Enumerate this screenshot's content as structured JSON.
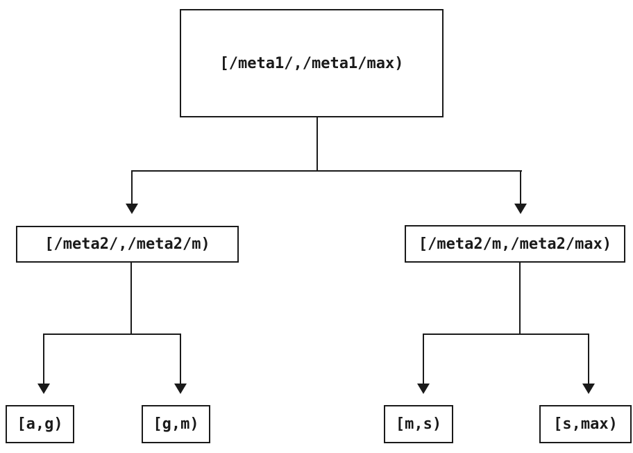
{
  "diagram": {
    "type": "tree",
    "colors": {
      "ink": "#1a1a1a",
      "background": "#ffffff"
    },
    "nodes": [
      {
        "id": "root",
        "label": "[/meta1/,/meta1/max)"
      },
      {
        "id": "left-interval",
        "label": "[/meta2/,/meta2/m)"
      },
      {
        "id": "right-interval",
        "label": "[/meta2/m,/meta2/max)"
      },
      {
        "id": "leaf-ag",
        "label": "[a,g)"
      },
      {
        "id": "leaf-gm",
        "label": "[g,m)"
      },
      {
        "id": "leaf-ms",
        "label": "[m,s)"
      },
      {
        "id": "leaf-smax",
        "label": "[s,max)"
      }
    ],
    "edges": [
      {
        "from": "root",
        "to": "left-interval"
      },
      {
        "from": "root",
        "to": "right-interval"
      },
      {
        "from": "left-interval",
        "to": "leaf-ag"
      },
      {
        "from": "left-interval",
        "to": "leaf-gm"
      },
      {
        "from": "right-interval",
        "to": "leaf-ms"
      },
      {
        "from": "right-interval",
        "to": "leaf-smax"
      }
    ]
  }
}
